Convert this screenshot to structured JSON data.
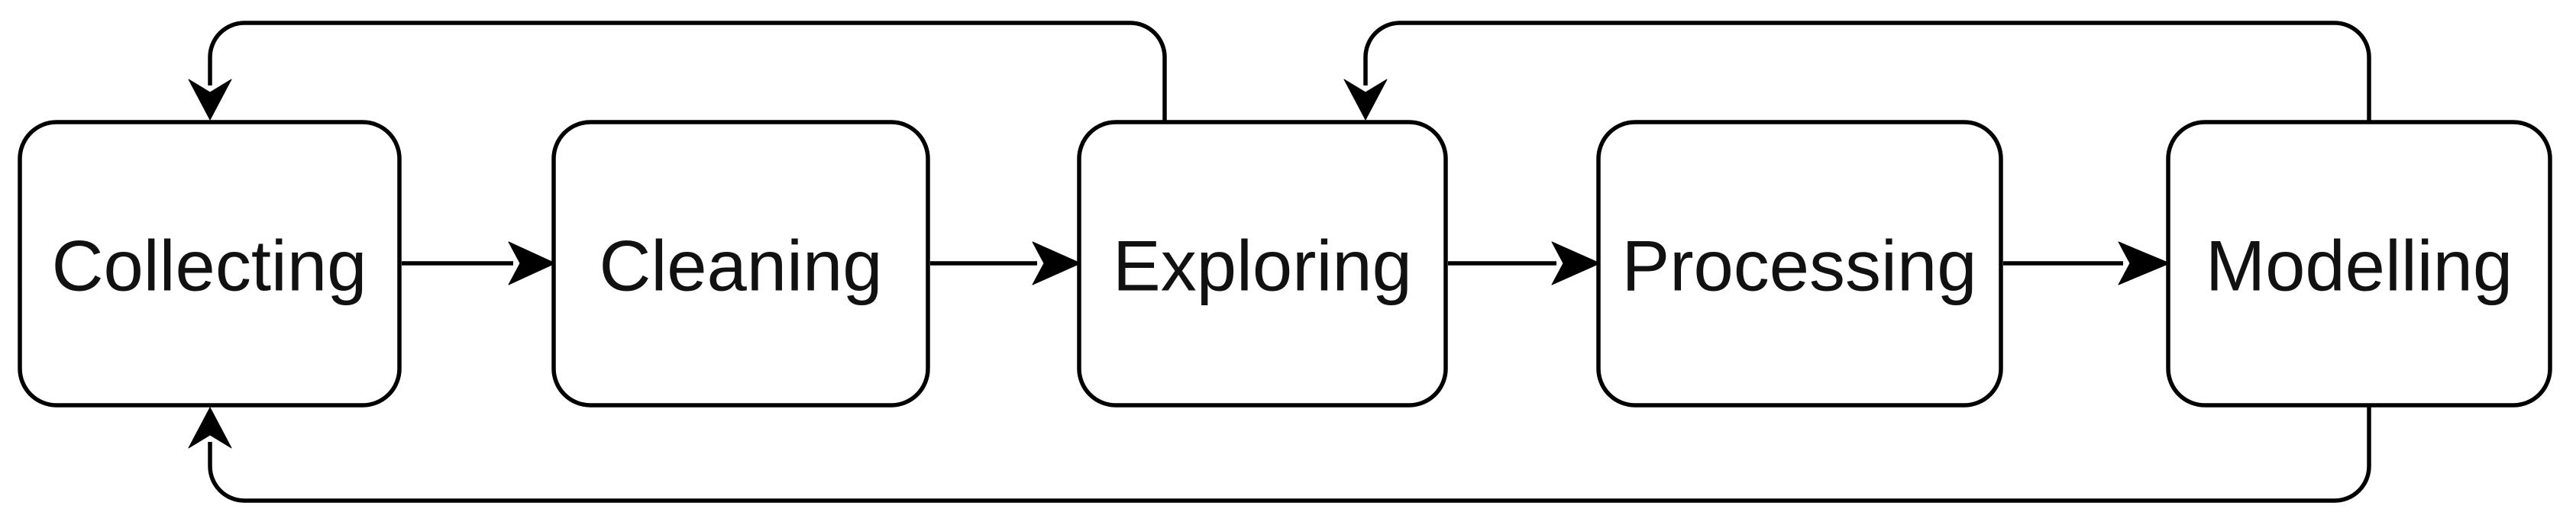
{
  "diagram": {
    "type": "flowchart",
    "background_color": "#ffffff",
    "node_fill_color": "#ffffff",
    "line_color": "#000000",
    "text_color": "#111111",
    "nodes": [
      {
        "id": "collecting",
        "label": "Collecting"
      },
      {
        "id": "cleaning",
        "label": "Cleaning"
      },
      {
        "id": "exploring",
        "label": "Exploring"
      },
      {
        "id": "processing",
        "label": "Processing"
      },
      {
        "id": "modelling",
        "label": "Modelling"
      }
    ],
    "edges": [
      {
        "from": "collecting",
        "to": "cleaning",
        "type": "forward"
      },
      {
        "from": "cleaning",
        "to": "exploring",
        "type": "forward"
      },
      {
        "from": "exploring",
        "to": "processing",
        "type": "forward"
      },
      {
        "from": "processing",
        "to": "modelling",
        "type": "forward"
      },
      {
        "from": "exploring",
        "to": "collecting",
        "type": "feedback-top"
      },
      {
        "from": "modelling",
        "to": "exploring",
        "type": "feedback-top"
      },
      {
        "from": "modelling",
        "to": "collecting",
        "type": "feedback-bottom"
      }
    ]
  }
}
